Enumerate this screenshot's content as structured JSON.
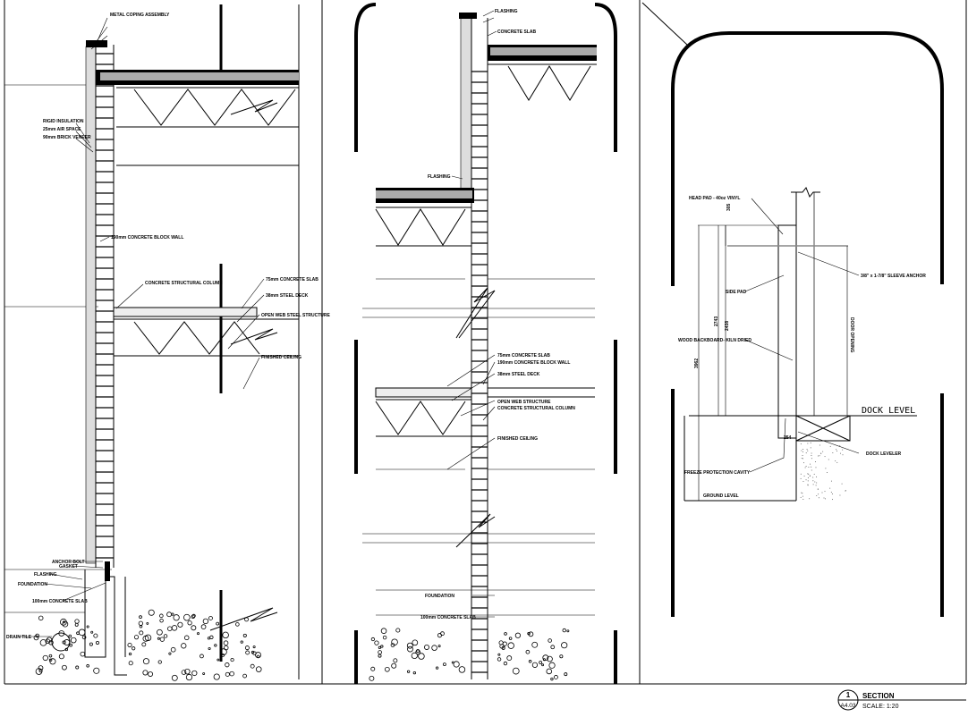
{
  "drawing": {
    "title_block": {
      "detail_number": "1",
      "sheet_ref": "A4.03",
      "title": "SECTION",
      "scale": "SCALE: 1:20"
    },
    "panel_left": {
      "labels": {
        "roof_assembly": "METAL COPING ASSEMBLY",
        "rigid_insulation": "RIGID INSULATION",
        "air_space": "25mm AIR SPACE",
        "brick_veneer": "90mm BRICK VENEER",
        "block_wall": "190mm CONCRETE BLOCK WALL",
        "structural_column": "CONCRETE STRUCTURAL COLUMN",
        "concrete_slab": "75mm CONCRETE SLAB",
        "steel_deck": "38mm STEEL DECK",
        "joist_structure": "OPEN WEB STEEL STRUCTURE",
        "ceiling": "FINISHED CEILING",
        "anchor_bolt": "ANCHOR BOLT",
        "gasket": "GASKET",
        "flashing": "FLASHING",
        "foundation": "FOUNDATION",
        "slab_on_grade": "100mm CONCRETE SLAB",
        "drain_tile": "DRAIN TILE"
      }
    },
    "panel_middle": {
      "labels": {
        "flashing_top": "FLASHING",
        "roof_slab": "CONCRETE SLAB",
        "flashing_mid": "FLASHING",
        "concrete_slab": "75mm CONCRETE SLAB",
        "block_wall": "190mm CONCRETE BLOCK WALL",
        "steel_deck": "38mm STEEL DECK",
        "joist_structure": "OPEN WEB STRUCTURE",
        "structural_column": "CONCRETE STRUCTURAL COLUMN",
        "ceiling": "FINISHED CEILING",
        "foundation": "FOUNDATION",
        "slab_on_grade": "100mm CONCRETE SLAB"
      }
    },
    "panel_right": {
      "labels": {
        "head_pad": "HEAD PAD - 40oz VINYL",
        "sleeve_anchor": "3/8\" x 1-7/8\" SLEEVE ANCHOR",
        "side_pad": "SIDE PAD",
        "backboard": "WOOD BACKBOARD- KILN DRIED",
        "door_opening": "DOOR OPENING",
        "dock_level": "DOCK LEVEL",
        "dock_leveler": "DOCK LEVELER",
        "freeze_cavity": "FREEZE PROTECTION CAVITY",
        "ground_level": "GROUND LEVEL"
      },
      "dimensions": {
        "head_pad_height": "305",
        "overall_a": "2743",
        "overall_b": "2438",
        "overall_c": "3962",
        "pit_depth": "254"
      }
    }
  }
}
